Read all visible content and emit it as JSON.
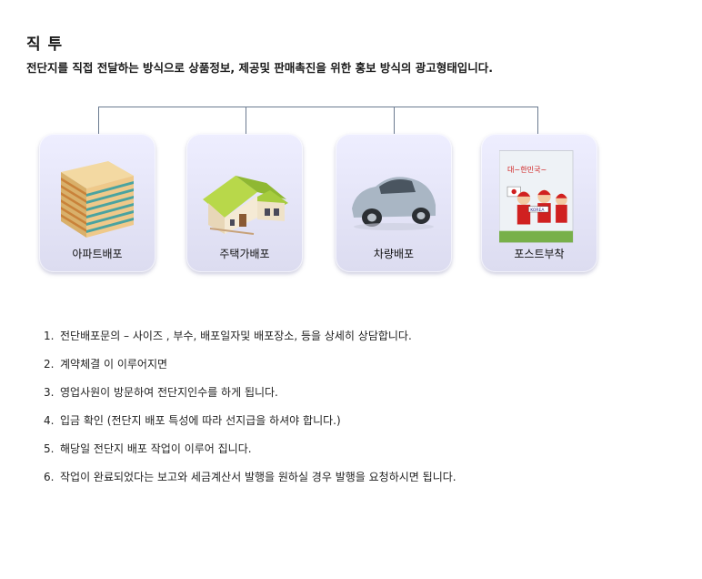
{
  "header": {
    "title": "직 투",
    "subtitle": "전단지를  직접 전달하는 방식으로  상품정보, 제공및 판매촉진을 위한 홍보 방식의 광고형태입니다."
  },
  "cards": [
    {
      "label": "아파트배포",
      "icon": "apartment-building-icon"
    },
    {
      "label": "주택가배포",
      "icon": "house-icon"
    },
    {
      "label": "차량배포",
      "icon": "car-icon"
    },
    {
      "label": "포스트부착",
      "icon": "poster-icon"
    }
  ],
  "poster": {
    "caption": "대~한민국~",
    "banner": "KOREA"
  },
  "steps": [
    {
      "num": "1.",
      "text": "전단배포문의 – 사이즈 , 부수, 배포일자및 배포장소, 등을 상세히 상담합니다."
    },
    {
      "num": "2.",
      "text": "계약체결 이 이루어지면"
    },
    {
      "num": "3.",
      "text": "영업사원이 방문하여  전단지인수를 하게 됩니다."
    },
    {
      "num": "4.",
      "text": "입금 확인 (전단지 배포 특성에 따라 선지급을 하셔야 합니다.)"
    },
    {
      "num": "5.",
      "text": "해당일 전단지 배포 작업이 이루어 집니다."
    },
    {
      "num": "6.",
      "text": "작업이 완료되었다는  보고와  세금계산서 발행을 원하실 경우 발행을 요청하시면 됩니다."
    }
  ],
  "colors": {
    "connector": "#6b7a90",
    "card_bg": "#e6e6f8"
  }
}
